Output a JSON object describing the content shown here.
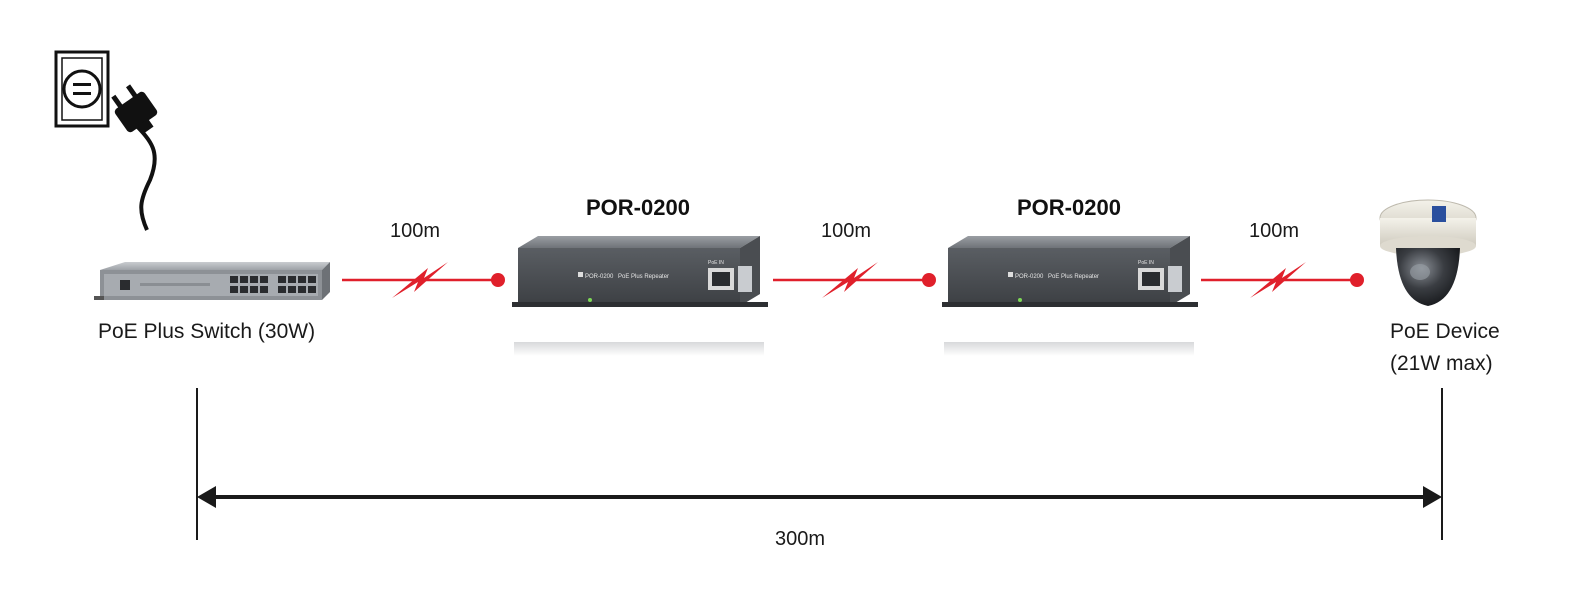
{
  "devices": {
    "switch": {
      "label": "PoE Plus Switch (30W)"
    },
    "repeater_1": {
      "title": "POR-0200",
      "panel_model": "POR-0200",
      "panel_name": "PoE Plus Repeater",
      "port_label": "PoE IN"
    },
    "repeater_2": {
      "title": "POR-0200",
      "panel_model": "POR-0200",
      "panel_name": "PoE Plus Repeater",
      "port_label": "PoE IN"
    },
    "camera": {
      "label_line1": "PoE Device",
      "label_line2": "(21W max)"
    }
  },
  "segments": [
    {
      "distance": "100m"
    },
    {
      "distance": "100m"
    },
    {
      "distance": "100m"
    }
  ],
  "total": {
    "distance": "300m"
  },
  "colors": {
    "link": "#e0202b",
    "line": "#1a1a1a"
  }
}
